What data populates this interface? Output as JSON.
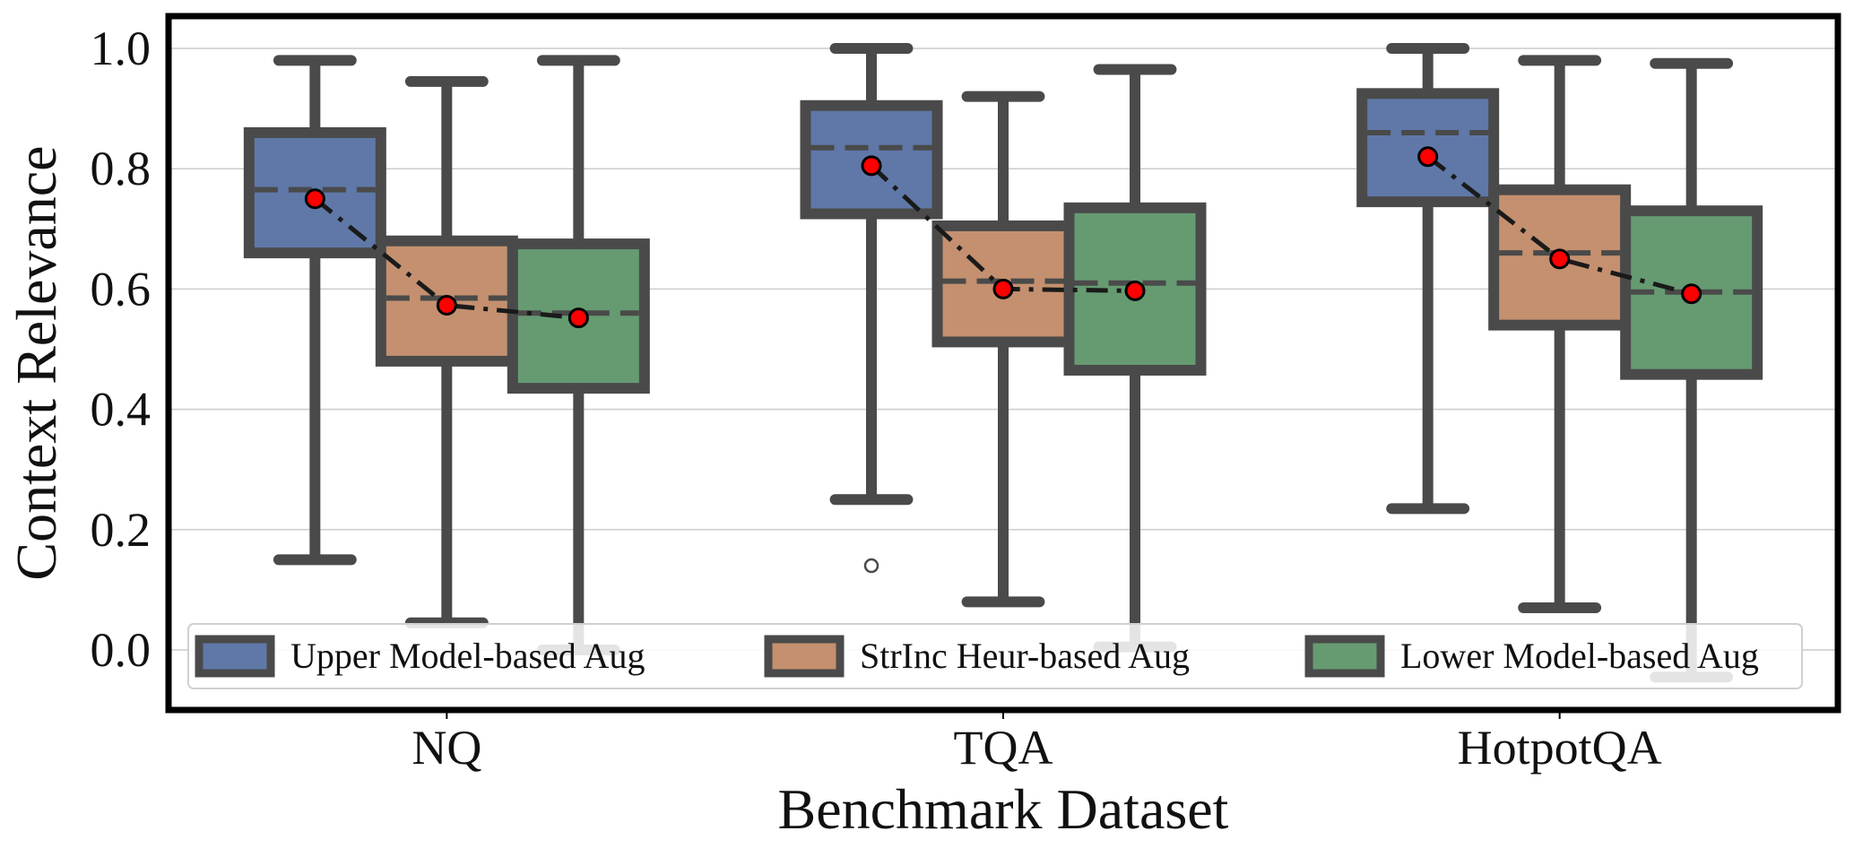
{
  "chart_data": {
    "type": "box",
    "title": "",
    "xlabel": "Benchmark Dataset",
    "ylabel": "Context Relevance",
    "ylim": [
      -0.1,
      1.05
    ],
    "yticks": [
      "0.0",
      "0.2",
      "0.4",
      "0.6",
      "0.8",
      "1.0"
    ],
    "ytick_values": [
      0.0,
      0.2,
      0.4,
      0.6,
      0.8,
      1.0
    ],
    "categories": [
      "NQ",
      "TQA",
      "HotpotQA"
    ],
    "grid": "horizontal",
    "legend_position": "bottom",
    "colors": {
      "upper": "#5f78a8",
      "strinc": "#c4906f",
      "lower": "#669b72",
      "box_edge": "#4a4a4a",
      "mean_marker": "#ff0000",
      "mean_line": "#1a1a1a"
    },
    "series": [
      {
        "name": "Upper Model-based Aug",
        "key": "upper",
        "stats": [
          {
            "whislo": 0.15,
            "q1": 0.66,
            "med": 0.765,
            "q3": 0.86,
            "whishi": 0.98,
            "mean": 0.75,
            "fliers": []
          },
          {
            "whislo": 0.25,
            "q1": 0.725,
            "med": 0.835,
            "q3": 0.905,
            "whishi": 1.0,
            "mean": 0.805,
            "fliers": [
              0.14
            ]
          },
          {
            "whislo": 0.235,
            "q1": 0.745,
            "med": 0.86,
            "q3": 0.925,
            "whishi": 1.0,
            "mean": 0.82,
            "fliers": []
          }
        ]
      },
      {
        "name": "StrInc Heur-based Aug",
        "key": "strinc",
        "stats": [
          {
            "whislo": 0.045,
            "q1": 0.48,
            "med": 0.585,
            "q3": 0.68,
            "whishi": 0.945,
            "mean": 0.573,
            "fliers": []
          },
          {
            "whislo": 0.08,
            "q1": 0.512,
            "med": 0.613,
            "q3": 0.705,
            "whishi": 0.92,
            "mean": 0.6,
            "fliers": []
          },
          {
            "whislo": 0.07,
            "q1": 0.54,
            "med": 0.66,
            "q3": 0.765,
            "whishi": 0.98,
            "mean": 0.65,
            "fliers": []
          }
        ]
      },
      {
        "name": "Lower Model-based Aug",
        "key": "lower",
        "stats": [
          {
            "whislo": 0.0,
            "q1": 0.435,
            "med": 0.56,
            "q3": 0.675,
            "whishi": 0.98,
            "mean": 0.552,
            "fliers": []
          },
          {
            "whislo": 0.005,
            "q1": 0.465,
            "med": 0.61,
            "q3": 0.735,
            "whishi": 0.965,
            "mean": 0.597,
            "fliers": []
          },
          {
            "whislo": -0.045,
            "q1": 0.458,
            "med": 0.595,
            "q3": 0.73,
            "whishi": 0.975,
            "mean": 0.592,
            "fliers": []
          }
        ]
      }
    ]
  }
}
